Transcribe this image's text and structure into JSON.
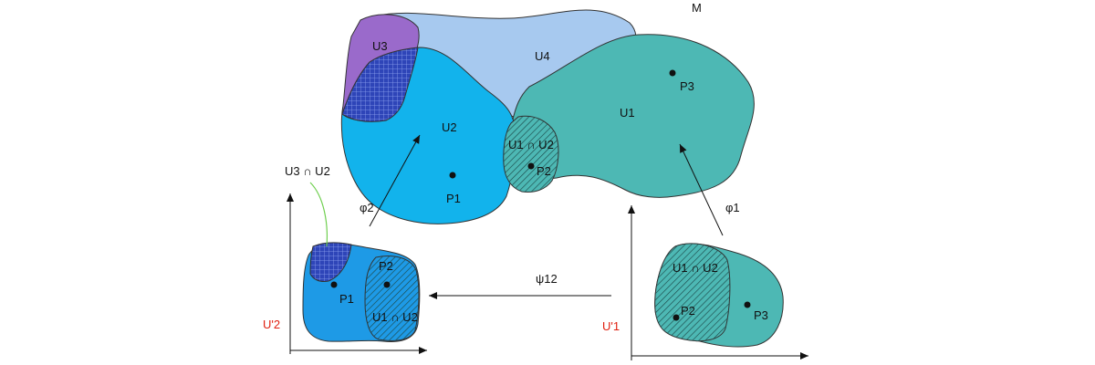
{
  "manifold": {
    "name": "M",
    "sets": {
      "u1": "U1",
      "u2": "U2",
      "u3": "U3",
      "u4": "U4"
    },
    "intersection_u1_u2": "U1 ∩ U2",
    "points": {
      "p1": "P1",
      "p2": "P2",
      "p3": "P3"
    }
  },
  "maps": {
    "phi1": "φ1",
    "phi2": "φ2",
    "psi12": "ψ12"
  },
  "left_chart": {
    "axis_label": "U'2",
    "callout": "U3 ∩ U2",
    "intersection": "U1 ∩ U2",
    "points": {
      "p1": "P1",
      "p2": "P2"
    }
  },
  "right_chart": {
    "axis_label": "U'1",
    "intersection": "U1 ∩ U2",
    "points": {
      "p2": "P2",
      "p3": "P3"
    }
  },
  "colors": {
    "u1": "#4db8b4",
    "u2": "#12b3ec",
    "u3": "#9a6acb",
    "u4": "#a7c9ef",
    "overlap_u2u3": "#2e45b8",
    "hatch": "#1c4a4a",
    "chart_left": "#1e9ae6",
    "axis_label": "#e02010",
    "green_callout": "#6fcf4f"
  }
}
